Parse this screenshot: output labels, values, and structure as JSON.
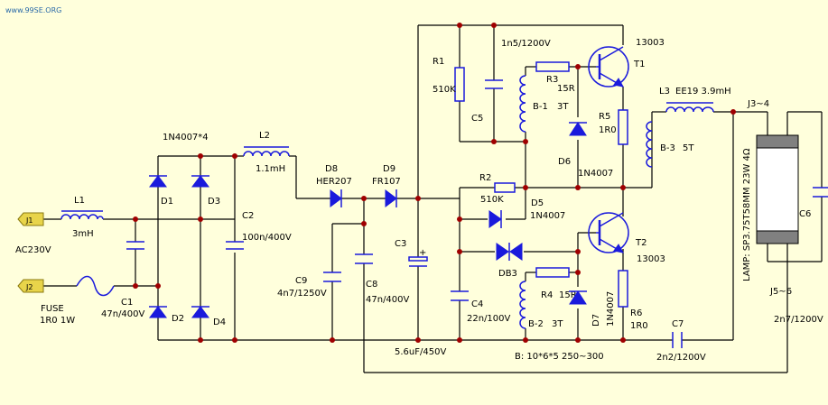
{
  "watermark": "www.99SE.ORG",
  "connectors": {
    "j1": "J1",
    "j2": "J2",
    "ac": "AC230V"
  },
  "fuse": {
    "name": "FUSE",
    "value": "1R0 1W"
  },
  "l1": {
    "name": "L1",
    "value": "3mH"
  },
  "c1": {
    "name": "C1",
    "value": "47n/400V"
  },
  "bridge": {
    "title": "1N4007*4",
    "d1": "D1",
    "d2": "D2",
    "d3": "D3",
    "d4": "D4"
  },
  "c2": {
    "name": "C2",
    "value": "100n/400V"
  },
  "l2": {
    "name": "L2",
    "value": "1.1mH"
  },
  "d8": {
    "name": "D8",
    "value": "HER207"
  },
  "d9": {
    "name": "D9",
    "value": "FR107"
  },
  "c9": {
    "name": "C9",
    "value": "4n7/1250V"
  },
  "c8": {
    "name": "C8",
    "value": "47n/400V"
  },
  "c3": {
    "name": "C3",
    "value": "5.6uF/450V",
    "plus": "+"
  },
  "r1": {
    "name": "R1",
    "value": "510K"
  },
  "c5": {
    "name": "C5",
    "value": "1n5/1200V"
  },
  "b1": {
    "name": "B-1",
    "turns": "3T"
  },
  "r3": {
    "name": "R3",
    "value": "15R"
  },
  "t1": {
    "name": "T1",
    "part": "13003"
  },
  "r5": {
    "name": "R5",
    "value": "1R0"
  },
  "d6": {
    "name": "D6",
    "part": "1N4007"
  },
  "l3": {
    "name": "L3",
    "value": "EE19 3.9mH"
  },
  "b3": {
    "name": "B-3",
    "turns": "5T"
  },
  "r2": {
    "name": "R2",
    "value": "510K"
  },
  "d5": {
    "name": "D5",
    "part": "1N4007"
  },
  "db3": {
    "name": "DB3"
  },
  "c4": {
    "name": "C4",
    "value": "22n/100V"
  },
  "t2": {
    "name": "T2",
    "part": "13003"
  },
  "b2": {
    "name": "B-2",
    "turns": "3T"
  },
  "r4": {
    "name": "R4",
    "value": "15R"
  },
  "d7": {
    "name": "D7",
    "part": "1N4007"
  },
  "r6": {
    "name": "R6",
    "value": "1R0"
  },
  "c7": {
    "name": "C7",
    "value": "2n2/1200V"
  },
  "core": {
    "text": "B: 10*6*5 250~300"
  },
  "lamp": {
    "text": "LAMP: SP3.75T58MM 23W 4Ω",
    "j34": "J3~4",
    "j56": "J5~6"
  },
  "c6": {
    "name": "C6",
    "value": "2n7/1200V"
  }
}
